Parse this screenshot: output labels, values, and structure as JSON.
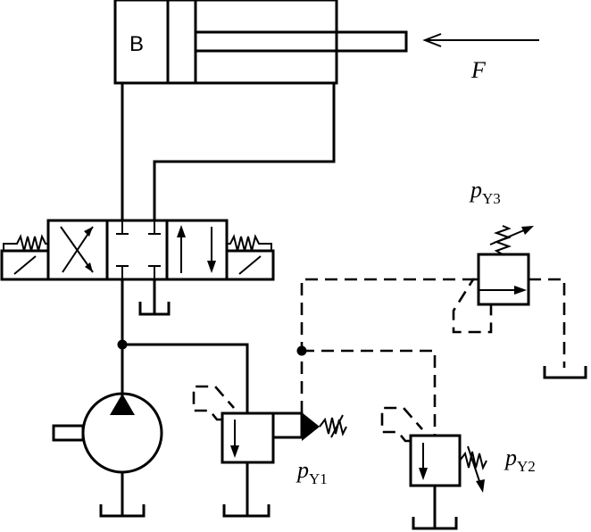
{
  "diagram": {
    "cylinder_chamber_label": "B",
    "force_label": "F",
    "relief_valve_1": {
      "label_main": "p",
      "label_sub": "Y1"
    },
    "relief_valve_2": {
      "label_main": "p",
      "label_sub": "Y2"
    },
    "relief_valve_3": {
      "label_main": "p",
      "label_sub": "Y3"
    }
  }
}
